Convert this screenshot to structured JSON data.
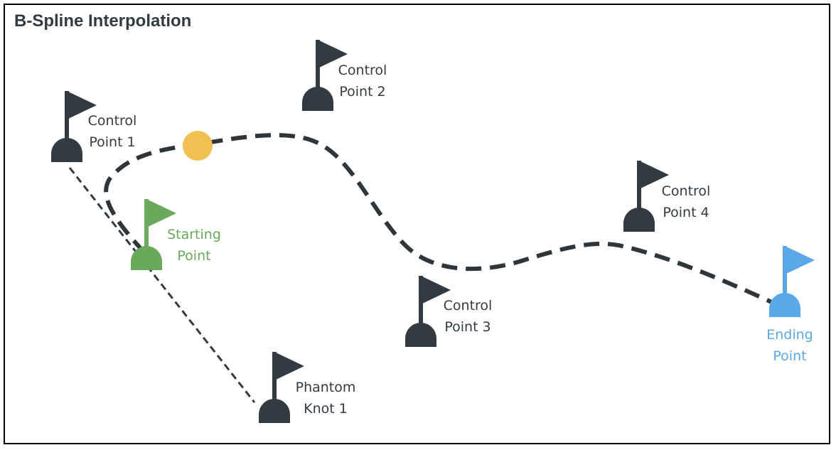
{
  "title": "B-Spline Interpolation",
  "colors": {
    "flag_dark": "#333b42",
    "flag_start": "#6aa85b",
    "flag_end": "#5aa8e8",
    "curve": "#2e353b",
    "knot": "#f0c050",
    "frame": "#000000"
  },
  "markers": [
    {
      "id": "control-point-1",
      "label": "Control\nPoint 1",
      "color": "#333b42"
    },
    {
      "id": "control-point-2",
      "label": "Control\nPoint 2",
      "color": "#333b42"
    },
    {
      "id": "control-point-3",
      "label": "Control\nPoint 3",
      "color": "#333b42"
    },
    {
      "id": "control-point-4",
      "label": "Control\nPoint 4",
      "color": "#333b42"
    },
    {
      "id": "starting-point",
      "label": "Starting\nPoint",
      "color": "#6aa85b"
    },
    {
      "id": "ending-point",
      "label": "Ending\nPoint",
      "color": "#5aa8e8"
    },
    {
      "id": "phantom-knot-1",
      "label": "Phantom\nKnot 1",
      "color": "#333b42"
    }
  ]
}
